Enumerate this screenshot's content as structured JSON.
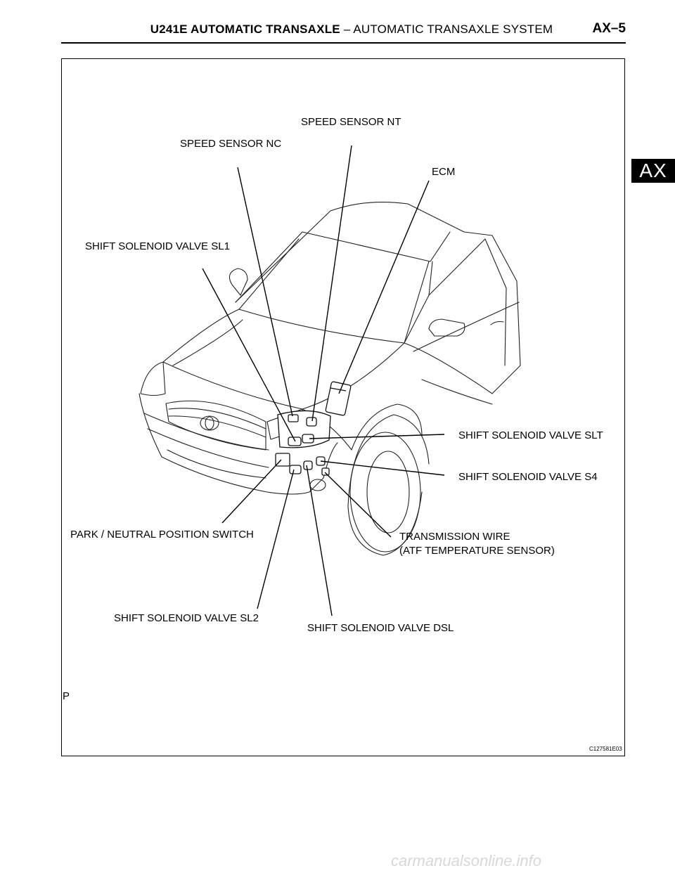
{
  "header": {
    "title_bold": "U241E AUTOMATIC TRANSAXLE",
    "title_rest": " – AUTOMATIC TRANSAXLE SYSTEM",
    "page_number": "AX–5"
  },
  "section_tab": "AX",
  "figure": {
    "labels": {
      "speed_sensor_nt": "SPEED SENSOR NT",
      "speed_sensor_nc": "SPEED SENSOR NC",
      "ecm": "ECM",
      "shift_solenoid_sl1": "SHIFT SOLENOID VALVE SL1",
      "shift_solenoid_slt": "SHIFT SOLENOID VALVE SLT",
      "shift_solenoid_s4": "SHIFT SOLENOID VALVE S4",
      "park_neutral_switch": "PARK / NEUTRAL POSITION SWITCH",
      "transmission_wire_line1": "TRANSMISSION WIRE",
      "transmission_wire_line2": "(ATF TEMPERATURE SENSOR)",
      "shift_solenoid_sl2": "SHIFT SOLENOID VALVE SL2",
      "shift_solenoid_dsl": "SHIFT SOLENOID VALVE DSL"
    },
    "figure_code": "C127581E03"
  },
  "footer_mark": "P",
  "watermark": "carmanualsonline.info"
}
